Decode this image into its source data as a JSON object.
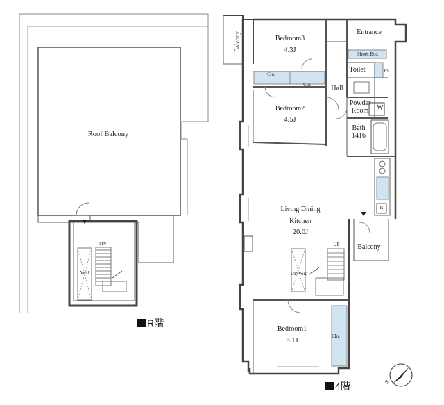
{
  "floors": {
    "roof": {
      "label": "R階",
      "rooms": {
        "roof_balcony": "Roof Balcony",
        "stair_dn": "DN",
        "void": "Void"
      }
    },
    "fourth": {
      "label": "4階",
      "rooms": {
        "bedroom3": {
          "name": "Bedroom3",
          "size": "4.3J"
        },
        "bedroom2": {
          "name": "Bedroom2",
          "size": "4.5J"
        },
        "bedroom1": {
          "name": "Bedroom1",
          "size": "6.1J"
        },
        "ldk": {
          "name_line1": "Living Dining",
          "name_line2": "Kitchen",
          "size": "20.0J"
        },
        "entrance": "Entrance",
        "shoes_box": "Shoes Box",
        "toilet": "Toilet",
        "ps": "PS",
        "hall": "Hall",
        "powder_room_line1": "Powder",
        "powder_room_line2": "Room",
        "washer": "W",
        "bath_line1": "Bath",
        "bath_line2": "1416",
        "refrigerator": "R",
        "balcony_upper": "Balcony",
        "balcony_lower": "Balcony",
        "closet1": "Clo.",
        "closet2": "Clo.",
        "closet3": "Clo.",
        "stair_up": "UP",
        "up_void": "UP/Void"
      }
    }
  },
  "compass": {
    "label": "N"
  },
  "colors": {
    "storage": "#cfe3f0",
    "wall": "#555555"
  }
}
